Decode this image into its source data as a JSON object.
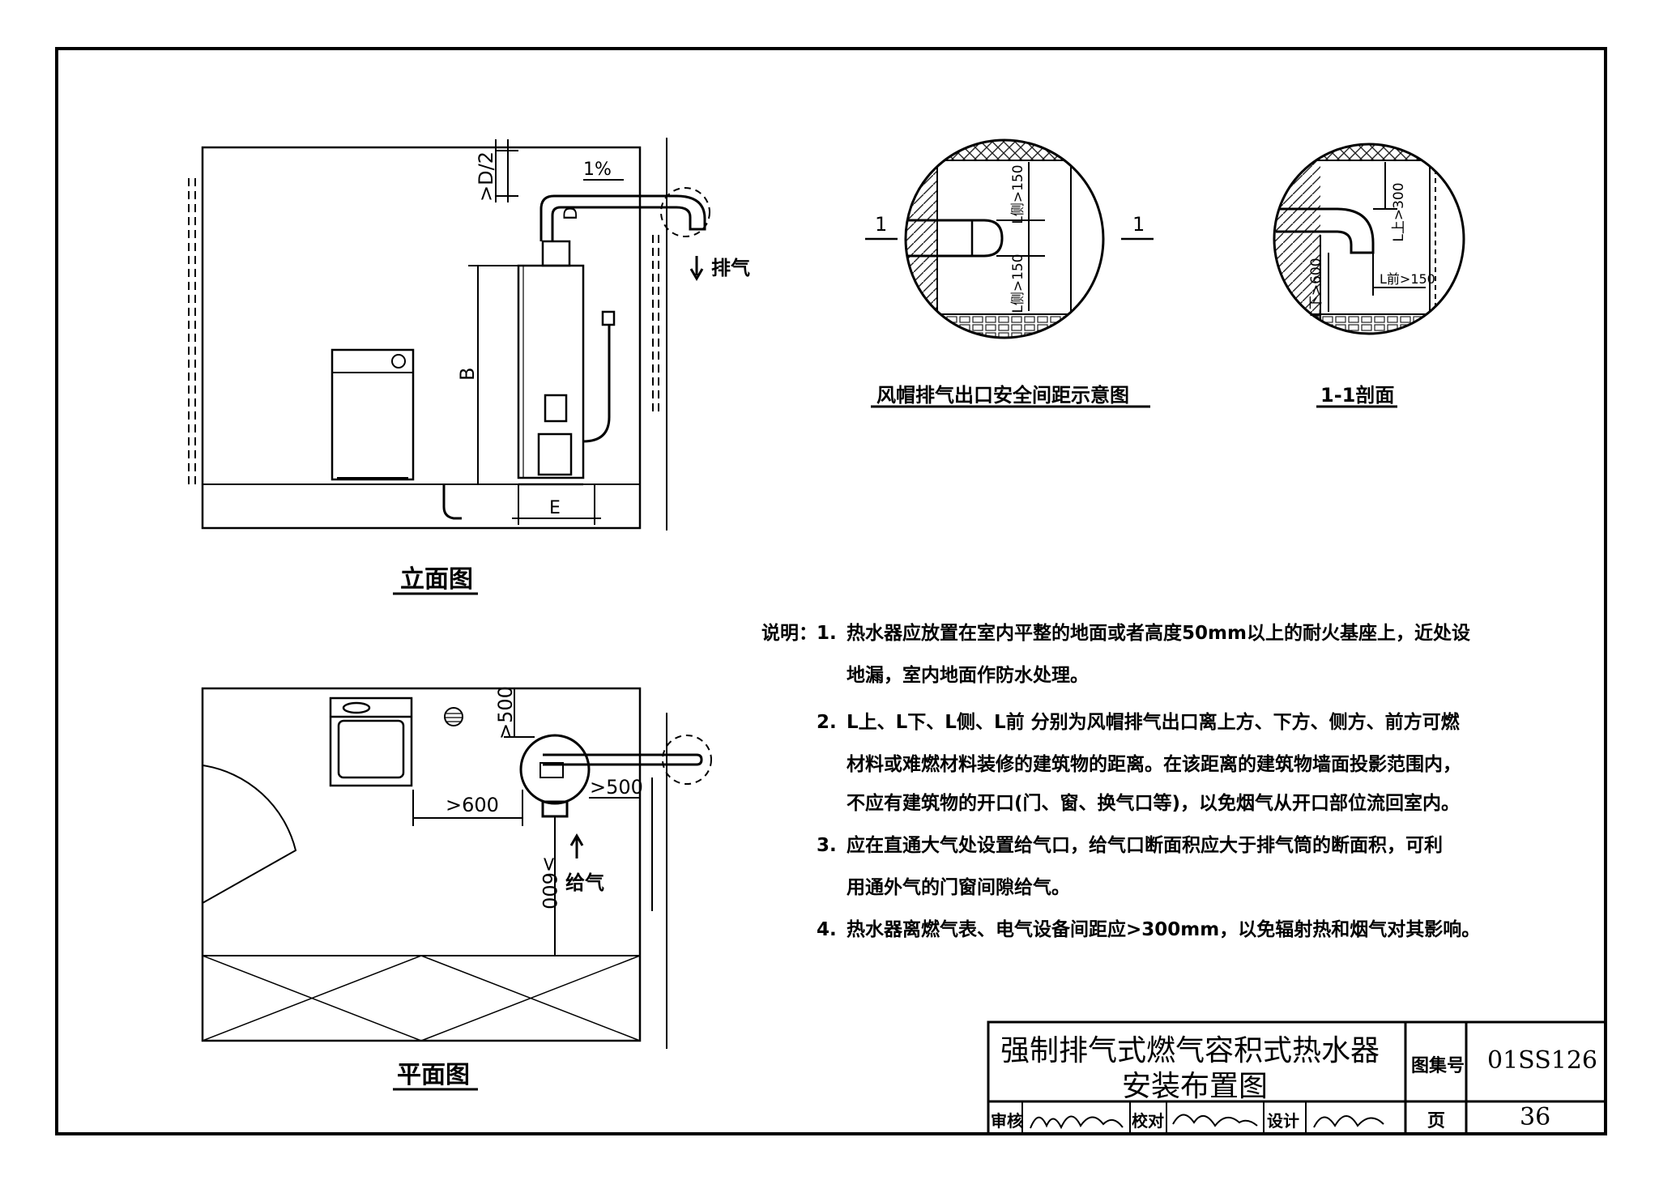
{
  "elevation": {
    "title": "立面图",
    "labels": {
      "d_half": ">D/2",
      "slope": "1%",
      "d": "D",
      "exhaust": "排气",
      "b": "B",
      "e": "E"
    }
  },
  "plan": {
    "title": "平面图",
    "labels": {
      "top_500": ">500",
      "side_500": ">500",
      "left_600": ">600",
      "front_600": ">600",
      "supply": "给气"
    }
  },
  "detail_clearance": {
    "title": "风帽排气出口安全间距示意图",
    "section_mark": "1",
    "labels": {
      "l_top": "L侧>150",
      "l_bottom": "L侧>150"
    }
  },
  "detail_section": {
    "title": "1-1剖面",
    "labels": {
      "l_up": "L上>300",
      "l_down": "L下>600",
      "l_front": "L前>150"
    }
  },
  "notes": {
    "heading": "说明：",
    "items": [
      {
        "num": "1.",
        "lines": [
          "热水器应放置在室内平整的地面或者高度50mm以上的耐火基座上，近处设",
          "地漏，室内地面作防水处理。"
        ]
      },
      {
        "num": "2.",
        "lines": [
          "L上、L下、L侧、L前 分别为风帽排气出口离上方、下方、侧方、前方可燃",
          "材料或难燃材料装修的建筑物的距离。在该距离的建筑物墙面投影范围内，",
          "不应有建筑物的开口(门、窗、换气口等)，以免烟气从开口部位流回室内。"
        ]
      },
      {
        "num": "3.",
        "lines": [
          "应在直通大气处设置给气口，给气口断面积应大于排气筒的断面积，可利",
          "用通外气的门窗间隙给气。"
        ]
      },
      {
        "num": "4.",
        "lines": [
          "热水器离燃气表、电气设备间距应>300mm，以免辐射热和烟气对其影响。"
        ]
      }
    ]
  },
  "title_block": {
    "title_line1": "强制排气式燃气容积式热水器",
    "title_line2": "安装布置图",
    "atlas_label": "图集号",
    "atlas_value": "01SS126",
    "page_label": "页",
    "page_value": "36",
    "review_label": "审核",
    "check_label": "校对",
    "design_label": "设计"
  }
}
